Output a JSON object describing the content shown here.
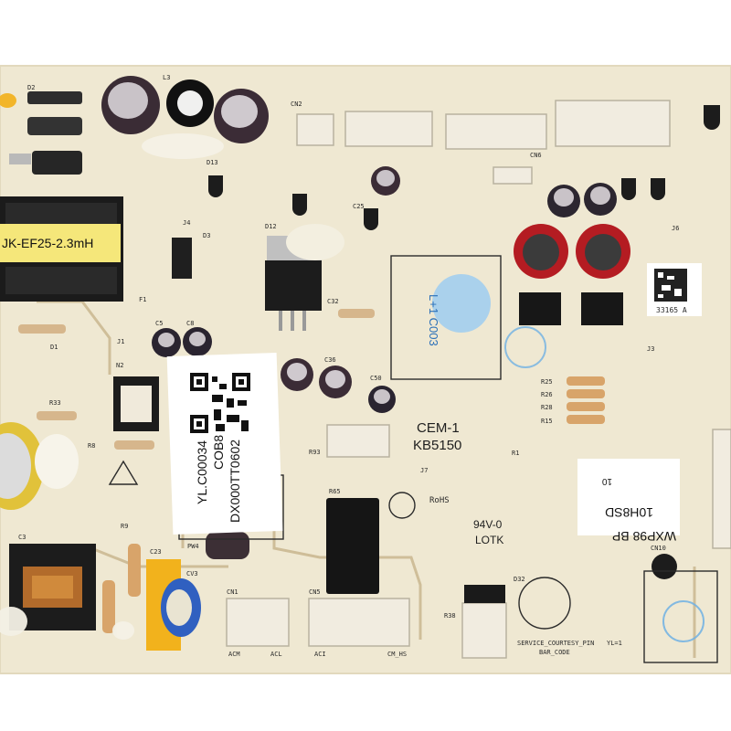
{
  "board": {
    "transformer_label": "JK-EF25-2.3mH",
    "model_line1": "CEM-1",
    "model_line2": "KB5150",
    "rohs": "RoHS",
    "date_mark": "94V-0",
    "maker_mark": "LOTK",
    "barcode_caption": "33165 A",
    "bottom_note": "SERVICE_COURTESY_PIN",
    "bar_code_label": "BAR_CODE",
    "yl_mark": "YL=1"
  },
  "qr_sticker": {
    "line1": "DX000TT0602",
    "line2": "COB8",
    "line3": "YL.C00034"
  },
  "white_sticker": {
    "line1": "WXP98 BP",
    "line2": "10H8SD",
    "line3": "10"
  },
  "blue_stamp_1": "L+1 C003",
  "silkscreen": {
    "cn2": "CN2",
    "cn1": "CN1",
    "cn5": "CN5",
    "cn6": "CN6",
    "acm": "ACM",
    "acl": "ACL",
    "aci": "ACI",
    "cm_hs": "CM_HS",
    "r93": "R93",
    "r65": "R65",
    "r25": "R25",
    "r26": "R26",
    "r28": "R28",
    "r15": "R15",
    "r33": "R33",
    "r8": "R8",
    "r9": "R9",
    "d13": "D13",
    "d12": "D12",
    "d3": "D3",
    "d1": "D1",
    "d2": "D2",
    "c3": "C3",
    "c5": "C5",
    "c8": "C8",
    "c23": "C23",
    "c25": "C25",
    "c36": "C36",
    "c50": "C50",
    "c32": "C32",
    "cv3": "CV3",
    "pw4": "PW4",
    "j1": "J1",
    "j3": "J3",
    "j4": "J4",
    "j6": "J6",
    "j7": "J7",
    "l3": "L3",
    "f1": "F1",
    "n2": "N2",
    "r1": "R1",
    "cn10": "CN10",
    "d32": "D32",
    "r38": "R38"
  }
}
